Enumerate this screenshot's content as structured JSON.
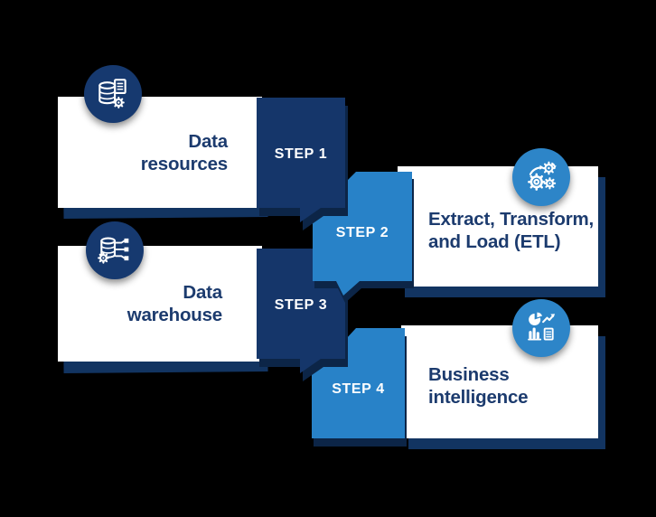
{
  "colors": {
    "background": "#000000",
    "navy": "#15366a",
    "light_blue": "#2882c8",
    "card": "#ffffff",
    "title_text": "#1c3b6e",
    "step_label_text": "#ffffff",
    "depth_shadow": "#123461"
  },
  "steps": [
    {
      "step_label": "STEP 1",
      "title": "Data resources",
      "title_lines": [
        "Data",
        "resources"
      ],
      "icon": "database-document-gear-icon",
      "variant": "navy"
    },
    {
      "step_label": "STEP 2",
      "title": "Extract, Transform, and Load (ETL)",
      "title_lines": [
        "Extract, Transform,",
        "and Load (ETL)"
      ],
      "icon": "transform-gears-icon",
      "variant": "blue"
    },
    {
      "step_label": "STEP 3",
      "title": "Data warehouse",
      "title_lines": [
        "Data",
        "warehouse"
      ],
      "icon": "database-network-icon",
      "variant": "navy"
    },
    {
      "step_label": "STEP 4",
      "title": "Business intelligence",
      "title_lines": [
        "Business",
        "intelligence"
      ],
      "icon": "business-intelligence-icon",
      "variant": "blue"
    }
  ]
}
